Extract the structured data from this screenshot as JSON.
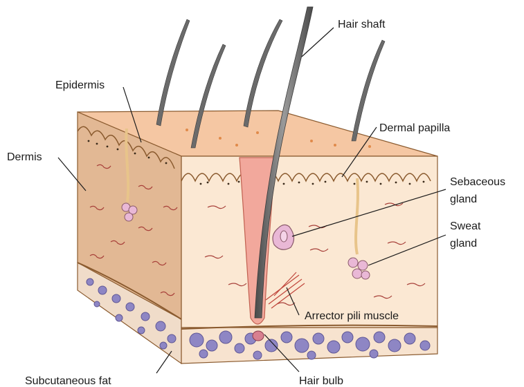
{
  "diagram": {
    "labels": {
      "hair_shaft": "Hair shaft",
      "epidermis": "Epidermis",
      "dermal_papilla": "Dermal papilla",
      "dermis": "Dermis",
      "sebaceous_line1": "Sebaceous",
      "sebaceous_line2": "gland",
      "sweat_line1": "Sweat",
      "sweat_line2": "gland",
      "arrector": "Arrector pili muscle",
      "subcutaneous": "Subcutaneous fat",
      "hair_bulb": "Hair bulb"
    },
    "colors": {
      "epidermis_top": "#f5c7a3",
      "front_face": "#fbe8d3",
      "side_face": "#e2b894",
      "fat_layer": "#f7e3cf",
      "fat_cells": "#8e86c4",
      "hair": "#6b6b6b",
      "follicle": "#f2a89c",
      "gland": "#e9b8d6",
      "fibers": "#a8413a",
      "boundary": "#8a5a2e"
    }
  }
}
